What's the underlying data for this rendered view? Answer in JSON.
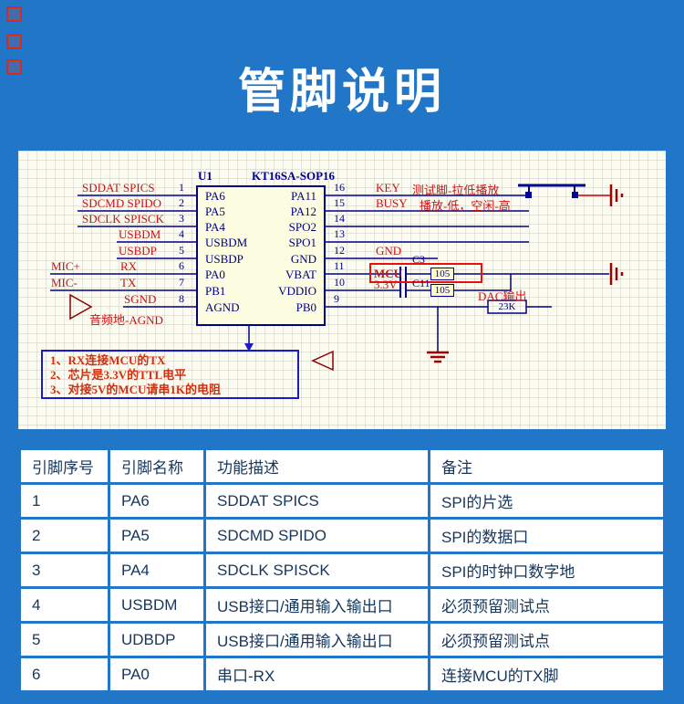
{
  "page": {
    "title": "管脚说明"
  },
  "colors": {
    "background": "#2176C8",
    "wire": "#00008B",
    "net_label": "#C81414",
    "panel": "#FBFBF0"
  },
  "schematic": {
    "ref": "U1",
    "part": "KT16SA-SOP16",
    "left_pins": [
      {
        "num": "1",
        "name": "PA6",
        "signal": "SDDAT SPICS"
      },
      {
        "num": "2",
        "name": "PA5",
        "signal": "SDCMD SPIDO"
      },
      {
        "num": "3",
        "name": "PA4",
        "signal": "SDCLK SPISCK"
      },
      {
        "num": "4",
        "name": "USBDM",
        "signal": "USBDM"
      },
      {
        "num": "5",
        "name": "USBDP",
        "signal": "USBDP"
      },
      {
        "num": "6",
        "name": "PA0",
        "signal": "RX",
        "extra": "MIC+"
      },
      {
        "num": "7",
        "name": "PB1",
        "signal": "TX",
        "extra": "MIC-"
      },
      {
        "num": "8",
        "name": "AGND",
        "signal": "SGND",
        "extra": "音频地-AGND"
      }
    ],
    "right_pins": [
      {
        "num": "16",
        "name": "PA11",
        "signal": "KEY",
        "note": "测试脚-拉低播放"
      },
      {
        "num": "15",
        "name": "PA12",
        "signal": "BUSY",
        "note": "播放-低，空闲-高"
      },
      {
        "num": "14",
        "name": "SPO2"
      },
      {
        "num": "13",
        "name": "SPO1"
      },
      {
        "num": "12",
        "name": "GND",
        "signal": "GND"
      },
      {
        "num": "11",
        "name": "VBAT",
        "signal": "MCU",
        "cap_ref": "C3",
        "cap_val": "105"
      },
      {
        "num": "10",
        "name": "VDDIO",
        "signal": "3.3V",
        "cap_ref": "C11",
        "cap_val": "105"
      },
      {
        "num": "9",
        "name": "PB0",
        "signal": "DAC输出",
        "res_val": "23K"
      }
    ],
    "notes": [
      "1、RX连接MCU的TX",
      "2、芯片是3.3V的TTL电平",
      "3、对接5V的MCU请串1K的电阻"
    ]
  },
  "table": {
    "headers": [
      "引脚序号",
      "引脚名称",
      "功能描述",
      "备注"
    ],
    "rows": [
      [
        "1",
        "PA6",
        "SDDAT SPICS",
        "SPI的片选"
      ],
      [
        "2",
        "PA5",
        "SDCMD SPIDO",
        "SPI的数据口"
      ],
      [
        "3",
        "PA4",
        "SDCLK SPISCK",
        "SPI的时钟口数字地"
      ],
      [
        "4",
        "USBDM",
        "USB接口/通用输入输出口",
        "必须预留测试点"
      ],
      [
        "5",
        "UDBDP",
        "USB接口/通用输入输出口",
        "必须预留测试点"
      ],
      [
        "6",
        "PA0",
        "串口-RX",
        "连接MCU的TX脚"
      ]
    ]
  }
}
